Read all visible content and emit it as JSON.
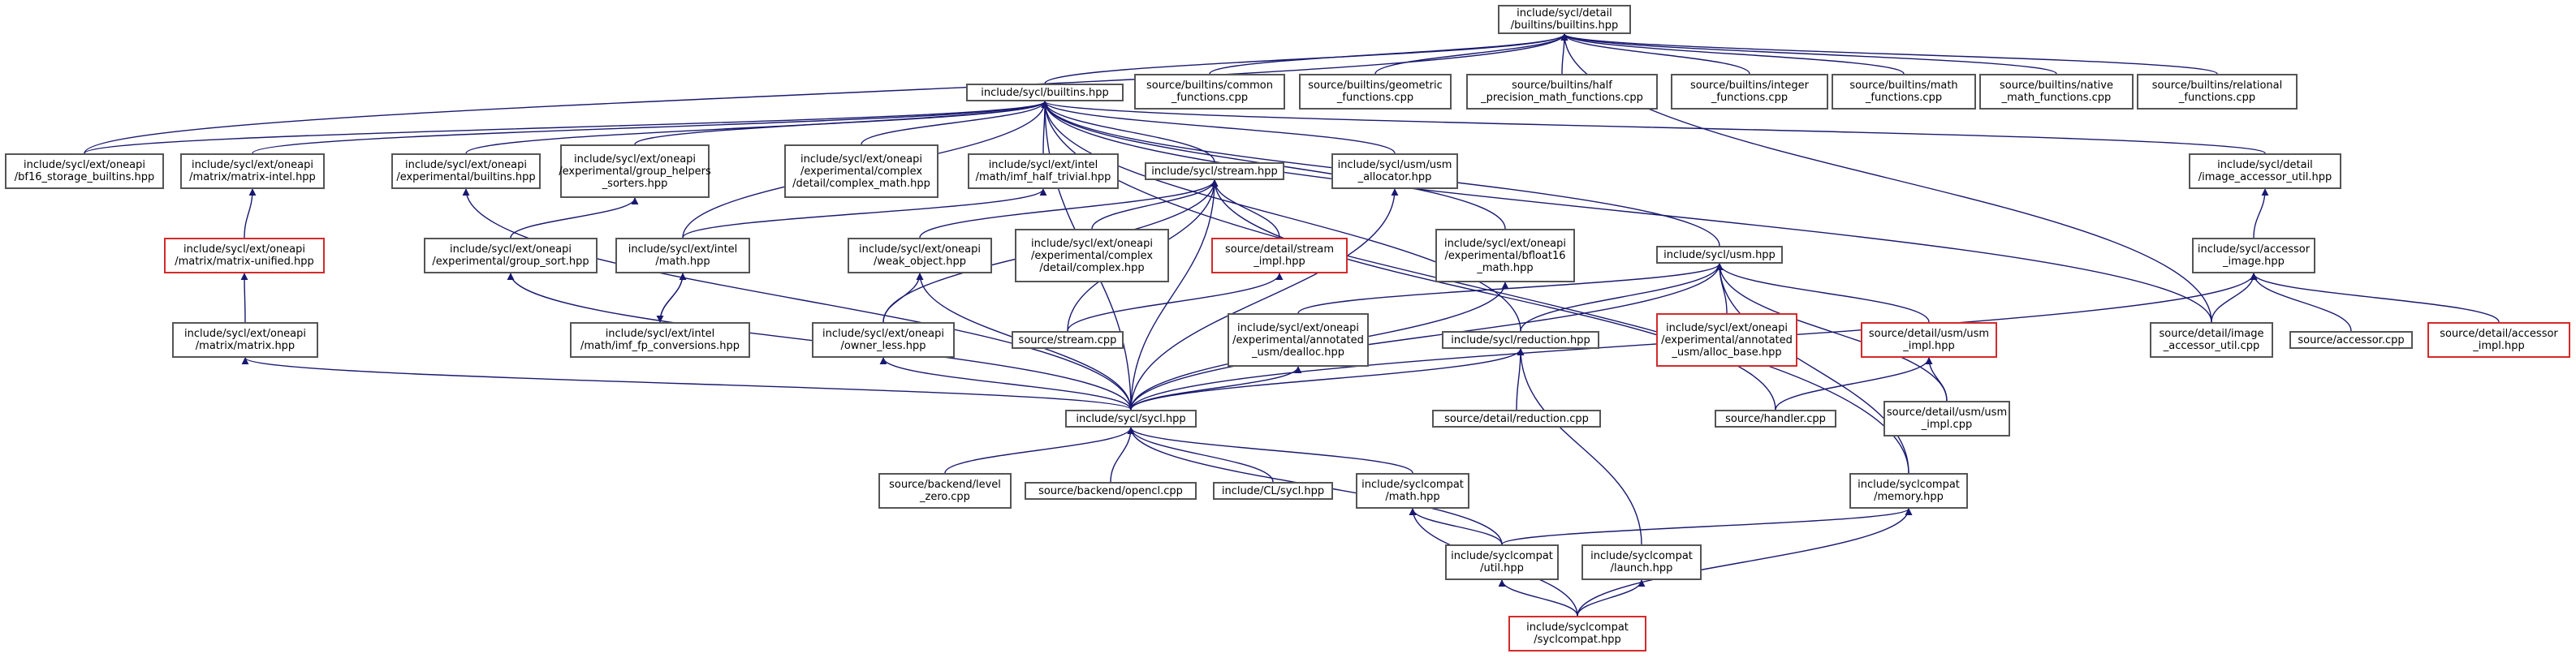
{
  "graph": {
    "direction": "bottom-up",
    "colors": {
      "edge": "#191970",
      "node_border": "#555555",
      "incomplete_border": "#d42a2a",
      "root_fill": "#bfbfbf"
    },
    "nodes": {
      "root": {
        "label": "include/sycl/detail\n/builtins/builtins.hpp",
        "root": true
      },
      "builtins": {
        "label": "include/sycl/builtins.hpp"
      },
      "common": {
        "label": "source/builtins/common\n_functions.cpp"
      },
      "geometric": {
        "label": "source/builtins/geometric\n_functions.cpp"
      },
      "half": {
        "label": "source/builtins/half\n_precision_math_functions.cpp"
      },
      "integer": {
        "label": "source/builtins/integer\n_functions.cpp"
      },
      "math": {
        "label": "source/builtins/math\n_functions.cpp"
      },
      "native": {
        "label": "source/builtins/native\n_math_functions.cpp"
      },
      "relational": {
        "label": "source/builtins/relational\n_functions.cpp"
      },
      "bf16": {
        "label": "include/sycl/ext/oneapi\n/bf16_storage_builtins.hpp"
      },
      "matintel": {
        "label": "include/sycl/ext/oneapi\n/matrix/matrix-intel.hpp"
      },
      "expbuiltins": {
        "label": "include/sycl/ext/oneapi\n/experimental/builtins.hpp"
      },
      "grphelpers": {
        "label": "include/sycl/ext/oneapi\n/experimental/group_helpers\n_sorters.hpp"
      },
      "cpxdetail": {
        "label": "include/sycl/ext/oneapi\n/experimental/complex\n/detail/complex_math.hpp"
      },
      "imfhalf": {
        "label": "include/sycl/ext/intel\n/math/imf_half_trivial.hpp"
      },
      "stream": {
        "label": "include/sycl/stream.hpp"
      },
      "usmalloc": {
        "label": "include/sycl/usm/usm\n_allocator.hpp"
      },
      "imgaccutil": {
        "label": "include/sycl/detail\n/image_accessor_util.hpp"
      },
      "matunified": {
        "label": "include/sycl/ext/oneapi\n/matrix/matrix-unified.hpp",
        "incomplete": true
      },
      "grpsort": {
        "label": "include/sycl/ext/oneapi\n/experimental/group_sort.hpp"
      },
      "intelmath": {
        "label": "include/sycl/ext/intel\n/math.hpp"
      },
      "weakobj": {
        "label": "include/sycl/ext/oneapi\n/weak_object.hpp"
      },
      "cpx": {
        "label": "include/sycl/ext/oneapi\n/experimental/complex\n/detail/complex.hpp"
      },
      "streamimpl": {
        "label": "source/detail/stream\n_impl.hpp",
        "incomplete": true
      },
      "bfloat16": {
        "label": "include/sycl/ext/oneapi\n/experimental/bfloat16\n_math.hpp"
      },
      "usm": {
        "label": "include/sycl/usm.hpp"
      },
      "accimg": {
        "label": "include/sycl/accessor\n_image.hpp"
      },
      "matrix": {
        "label": "include/sycl/ext/oneapi\n/matrix/matrix.hpp"
      },
      "imfconv": {
        "label": "include/sycl/ext/intel\n/math/imf_fp_conversions.hpp"
      },
      "streamcpp": {
        "label": "source/stream.cpp"
      },
      "ownerless": {
        "label": "include/sycl/ext/oneapi\n/owner_less.hpp"
      },
      "annotdealloc": {
        "label": "include/sycl/ext/oneapi\n/experimental/annotated\n_usm/dealloc.hpp"
      },
      "reduction": {
        "label": "include/sycl/reduction.hpp"
      },
      "allocbase": {
        "label": "include/sycl/ext/oneapi\n/experimental/annotated\n_usm/alloc_base.hpp",
        "incomplete": true
      },
      "usmimplhpp": {
        "label": "source/detail/usm/usm\n_impl.hpp",
        "incomplete": true
      },
      "imgaccutilcpp": {
        "label": "source/detail/image\n_accessor_util.cpp"
      },
      "accessorcpp": {
        "label": "source/accessor.cpp"
      },
      "accimpl": {
        "label": "source/detail/accessor\n_impl.hpp",
        "incomplete": true
      },
      "reductioncpp": {
        "label": "source/detail/reduction.cpp"
      },
      "handler": {
        "label": "source/handler.cpp"
      },
      "usmimplcpp": {
        "label": "source/detail/usm/usm\n_impl.cpp"
      },
      "sycl": {
        "label": "include/sycl/sycl.hpp"
      },
      "levelzero": {
        "label": "source/backend/level\n_zero.cpp"
      },
      "opencl": {
        "label": "source/backend/opencl.cpp"
      },
      "clsycl": {
        "label": "include/CL/sycl.hpp"
      },
      "compatmath": {
        "label": "include/syclcompat\n/math.hpp"
      },
      "memory": {
        "label": "include/syclcompat\n/memory.hpp"
      },
      "util": {
        "label": "include/syclcompat\n/util.hpp"
      },
      "launch": {
        "label": "include/syclcompat\n/launch.hpp"
      },
      "syclcompat": {
        "label": "include/syclcompat\n/syclcompat.hpp",
        "incomplete": true
      }
    },
    "edges": [
      [
        "builtins",
        "root"
      ],
      [
        "common",
        "root"
      ],
      [
        "geometric",
        "root"
      ],
      [
        "half",
        "root"
      ],
      [
        "integer",
        "root"
      ],
      [
        "math",
        "root"
      ],
      [
        "native",
        "root"
      ],
      [
        "relational",
        "root"
      ],
      [
        "bf16",
        "root"
      ],
      [
        "imgaccutilcpp",
        "root"
      ],
      [
        "bf16",
        "builtins"
      ],
      [
        "matintel",
        "builtins"
      ],
      [
        "expbuiltins",
        "builtins"
      ],
      [
        "grphelpers",
        "builtins"
      ],
      [
        "cpxdetail",
        "builtins"
      ],
      [
        "imfhalf",
        "builtins"
      ],
      [
        "stream",
        "builtins"
      ],
      [
        "usmalloc",
        "builtins"
      ],
      [
        "imgaccutil",
        "builtins"
      ],
      [
        "intelmath",
        "builtins"
      ],
      [
        "bfloat16",
        "builtins"
      ],
      [
        "usm",
        "builtins"
      ],
      [
        "reduction",
        "builtins"
      ],
      [
        "memory",
        "builtins"
      ],
      [
        "sycl",
        "builtins"
      ],
      [
        "imgaccutilcpp",
        "builtins"
      ],
      [
        "matunified",
        "matintel"
      ],
      [
        "matrix",
        "matunified"
      ],
      [
        "grpsort",
        "grphelpers"
      ],
      [
        "intelmath",
        "imfhalf"
      ],
      [
        "imfconv",
        "intelmath"
      ],
      [
        "intelmath",
        "imfconv"
      ],
      [
        "weakobj",
        "stream"
      ],
      [
        "cpx",
        "stream"
      ],
      [
        "streamimpl",
        "stream"
      ],
      [
        "streamcpp",
        "stream"
      ],
      [
        "ownerless",
        "stream"
      ],
      [
        "sycl",
        "stream"
      ],
      [
        "handler",
        "stream"
      ],
      [
        "ownerless",
        "weakobj"
      ],
      [
        "sycl",
        "weakobj"
      ],
      [
        "streamcpp",
        "streamimpl"
      ],
      [
        "sycl",
        "usmalloc"
      ],
      [
        "sycl",
        "bfloat16"
      ],
      [
        "annotdealloc",
        "usm"
      ],
      [
        "reduction",
        "usm"
      ],
      [
        "allocbase",
        "usm"
      ],
      [
        "usmimplhpp",
        "usm"
      ],
      [
        "usmimplcpp",
        "usm"
      ],
      [
        "memory",
        "usm"
      ],
      [
        "sycl",
        "usm"
      ],
      [
        "accimg",
        "imgaccutil"
      ],
      [
        "imgaccutilcpp",
        "accimg"
      ],
      [
        "accessorcpp",
        "accimg"
      ],
      [
        "accimpl",
        "accimg"
      ],
      [
        "sycl",
        "accimg"
      ],
      [
        "handler",
        "usmimplhpp"
      ],
      [
        "usmimplcpp",
        "usmimplhpp"
      ],
      [
        "reductioncpp",
        "reduction"
      ],
      [
        "sycl",
        "reduction"
      ],
      [
        "launch",
        "reduction"
      ],
      [
        "sycl",
        "annotdealloc"
      ],
      [
        "sycl",
        "ownerless"
      ],
      [
        "sycl",
        "grpsort"
      ],
      [
        "sycl",
        "expbuiltins"
      ],
      [
        "sycl",
        "matrix"
      ],
      [
        "levelzero",
        "sycl"
      ],
      [
        "opencl",
        "sycl"
      ],
      [
        "clsycl",
        "sycl"
      ],
      [
        "compatmath",
        "sycl"
      ],
      [
        "util",
        "sycl"
      ],
      [
        "util",
        "compatmath"
      ],
      [
        "syclcompat",
        "compatmath"
      ],
      [
        "util",
        "memory"
      ],
      [
        "syclcompat",
        "memory"
      ],
      [
        "syclcompat",
        "util"
      ],
      [
        "syclcompat",
        "launch"
      ]
    ]
  }
}
